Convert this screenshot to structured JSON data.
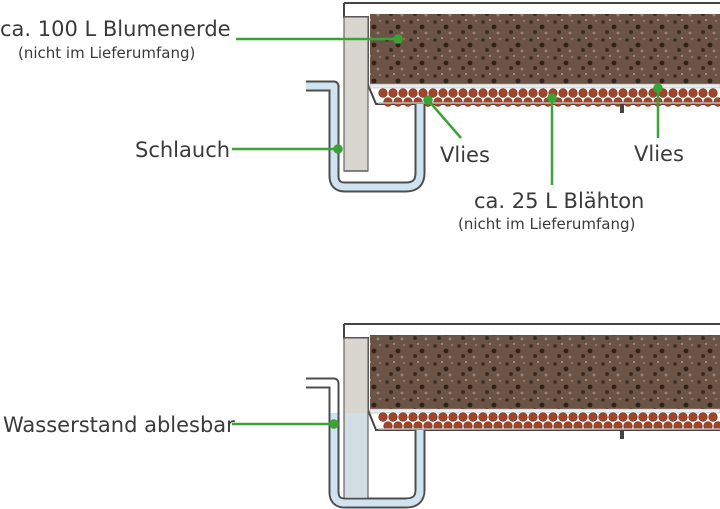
{
  "labels": {
    "soil": "ca. 100 L Blumenerde",
    "soil_note": "(nicht im Lieferumfang)",
    "hose": "Schlauch",
    "fleece_left": "Vlies",
    "fleece_right": "Vlies",
    "clay": "ca. 25 L Blähton",
    "clay_note": "(nicht im Lieferumfang)",
    "water_level": "Wasserstand ablesbar"
  },
  "colors": {
    "leader_line": "#3aa335",
    "soil": "#6b5446",
    "soil_dark": "#3a2a20",
    "clay_ball": "#a0452a",
    "fleece": "#ececec",
    "tank_wall": "#d9d6cf",
    "water": "#cfe3f1",
    "hose_stroke": "#4d4d4d",
    "text": "#3a3a3a"
  },
  "icons": [
    "planter-cross-section",
    "hose-tube",
    "clay-pebbles",
    "soil-layer"
  ]
}
